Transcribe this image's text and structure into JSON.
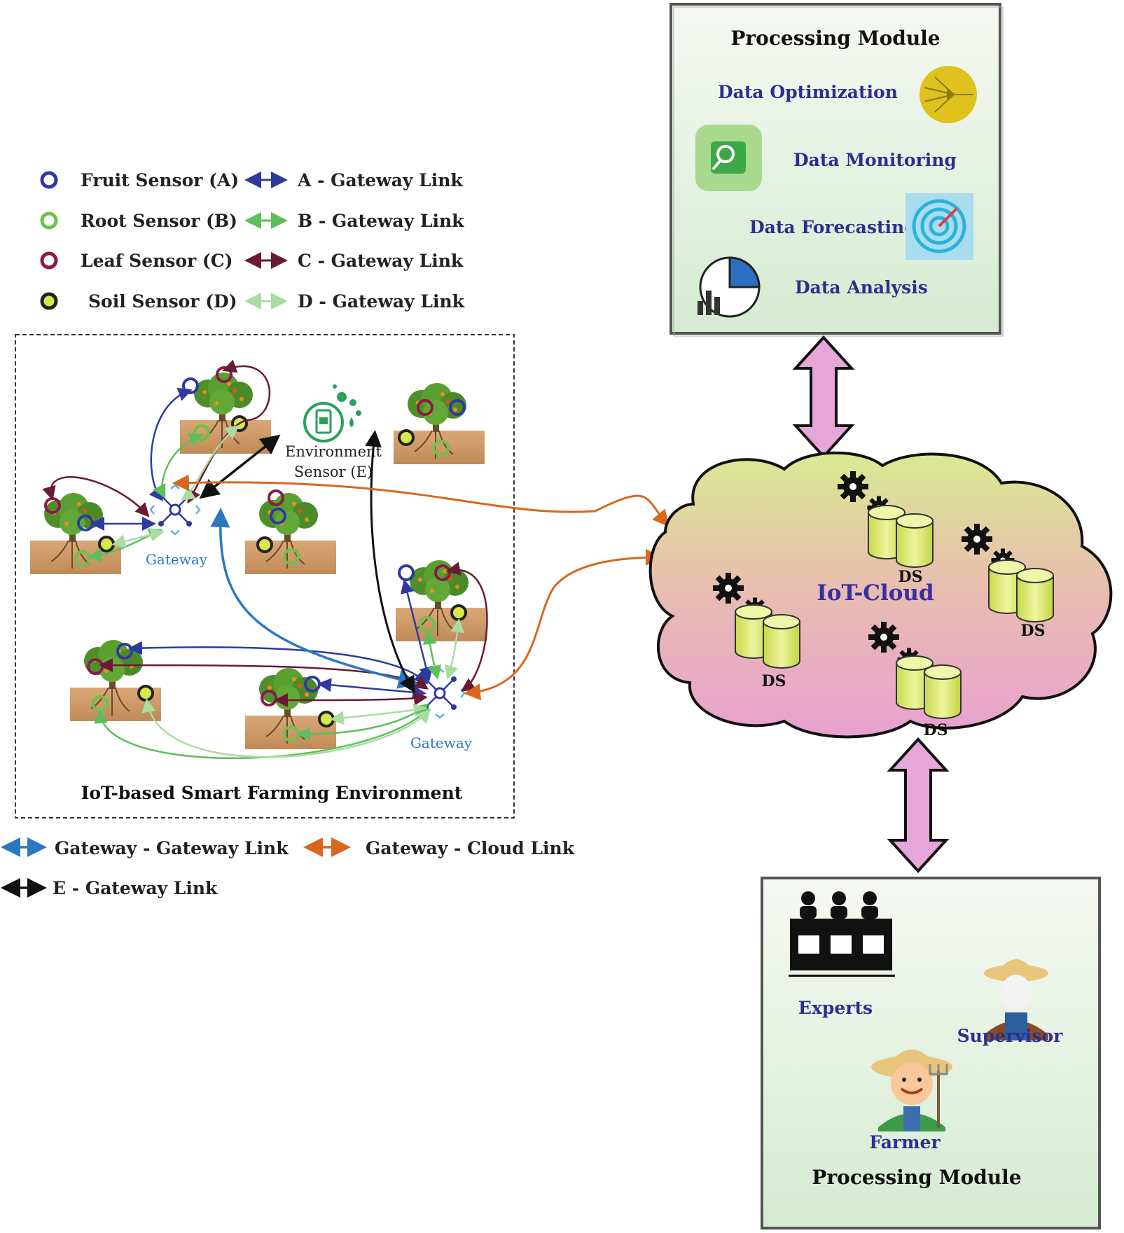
{
  "legend": {
    "sensors": [
      {
        "label": "Fruit Sensor (A)",
        "color": "#2e3aa0"
      },
      {
        "label": "Root Sensor (B)",
        "color": "#6cc24a"
      },
      {
        "label": "Leaf Sensor (C)",
        "color": "#8b1a4a"
      },
      {
        "label": "Soil Sensor (D)",
        "color": "#222222"
      }
    ],
    "links": [
      {
        "label": "A - Gateway Link",
        "color": "#2e3aa0"
      },
      {
        "label": "B - Gateway Link",
        "color": "#5cbf5c"
      },
      {
        "label": "C - Gateway Link",
        "color": "#6a1a33"
      },
      {
        "label": "D - Gateway Link",
        "color": "#a8dca0"
      }
    ],
    "bottom": [
      {
        "label": "Gateway - Gateway Link",
        "color": "#2b78c2"
      },
      {
        "label": "Gateway - Cloud Link",
        "color": "#d9661f"
      },
      {
        "label": "E - Gateway Link",
        "color": "#111111"
      }
    ]
  },
  "farm": {
    "title": "IoT-based Smart Farming Environment",
    "gateway_label": "Gateway",
    "env_sensor_line1": "Environment",
    "env_sensor_line2": "Sensor (E)"
  },
  "processing_top": {
    "title": "Processing Module",
    "items": [
      "Data Optimization",
      "Data Monitoring",
      "Data Forecasting",
      "Data Analysis"
    ]
  },
  "cloud": {
    "title": "IoT-Cloud",
    "ds_label": "DS"
  },
  "processing_bottom": {
    "title": "Processing Module",
    "experts": "Experts",
    "supervisor": "Supervisor",
    "farmer": "Farmer"
  },
  "colors": {
    "box_gradient_top": "#f4f7f1",
    "box_gradient_bottom": "#d6ecd2",
    "cloud_top": "#d8e89a",
    "cloud_bottom": "#e8a6d2",
    "big_arrow": "#e6a6d8"
  }
}
